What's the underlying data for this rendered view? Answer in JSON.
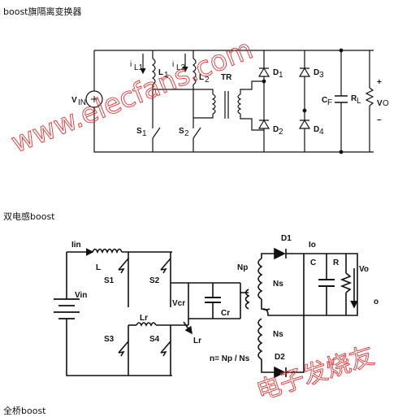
{
  "sections": [
    {
      "caption": "boost旗隔离变换器"
    },
    {
      "caption": "双电感boost"
    },
    {
      "caption": "全桥boost"
    }
  ],
  "circuit1": {
    "labels": {
      "vin": "V",
      "vin_sub": "IN",
      "il1": "i",
      "il1_sub": "L1",
      "l1": "L",
      "l1_sub": "1",
      "il2": "i",
      "il2_sub": "L2",
      "l2": "L",
      "l2_sub": "2",
      "tr": "TR",
      "d1": "D",
      "d1_sub": "1",
      "d2": "D",
      "d2_sub": "2",
      "d3": "D",
      "d3_sub": "3",
      "d4": "D",
      "d4_sub": "4",
      "cf": "C",
      "cf_sub": "F",
      "rl": "R",
      "rl_sub": "L",
      "vo": "V",
      "vo_sub": "O",
      "plus": "+",
      "minus": "–",
      "s1": "S",
      "s1_sub": "1",
      "s2": "S",
      "s2_sub": "2"
    }
  },
  "circuit2": {
    "labels": {
      "iin": "Iin",
      "l": "L",
      "vin": "Vin",
      "s1": "S1",
      "s2": "S2",
      "s3": "S3",
      "s4": "S4",
      "lr": "Lr",
      "lr2": "Lr",
      "vcr": "Vcr",
      "cr": "Cr",
      "np": "Np",
      "ns1": "Ns",
      "ns2": "Ns",
      "ratio": "n= Np / Ns",
      "d1": "D1",
      "d2": "D2",
      "io": "Io",
      "c": "C",
      "r": "R",
      "vo": "Vo",
      "o": "o"
    }
  },
  "watermarks": {
    "w1": "www.elecfans.com",
    "w2": "电子发烧友"
  },
  "colors": {
    "line": "#111111",
    "watermark": "#e63030"
  }
}
